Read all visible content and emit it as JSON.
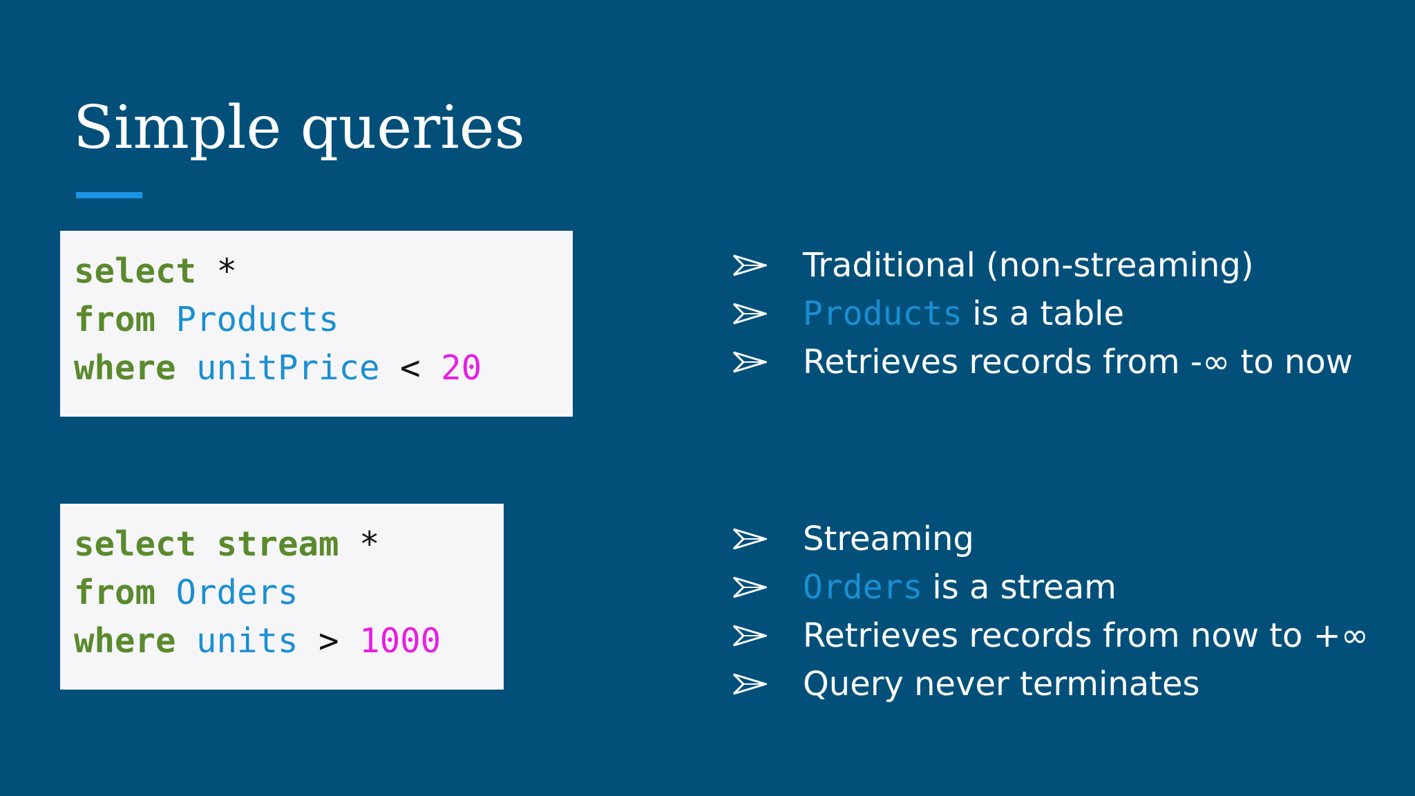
{
  "slide": {
    "title": "Simple queries",
    "colors": {
      "background": "#02507a",
      "accent": "#1c93e2",
      "keyword": "#5a8a2c",
      "identifier": "#1a8fd2",
      "number": "#e81ee3"
    }
  },
  "query1": {
    "line1": {
      "kw": "select",
      "rest": " *"
    },
    "line2": {
      "kw": "from",
      "id": "Products"
    },
    "line3": {
      "kw": "where",
      "id": "unitPrice",
      "op": " < ",
      "num": "20"
    }
  },
  "query2": {
    "line1": {
      "kw": "select stream",
      "rest": " *"
    },
    "line2": {
      "kw": "from",
      "id": "Orders"
    },
    "line3": {
      "kw": "where",
      "id": "units",
      "op": " > ",
      "num": "1000"
    }
  },
  "bullets1": {
    "arrow_icon": "arrowhead-bullet-icon",
    "item1": "Traditional (non-streaming)",
    "item2": {
      "code": "Products",
      "text": "is a table"
    },
    "item3": "Retrieves records from -∞ to now"
  },
  "bullets2": {
    "arrow_icon": "arrowhead-bullet-icon",
    "item1": "Streaming",
    "item2": {
      "code": "Orders",
      "text": "is a stream"
    },
    "item3": "Retrieves records from now to +∞",
    "item4": "Query never terminates"
  }
}
